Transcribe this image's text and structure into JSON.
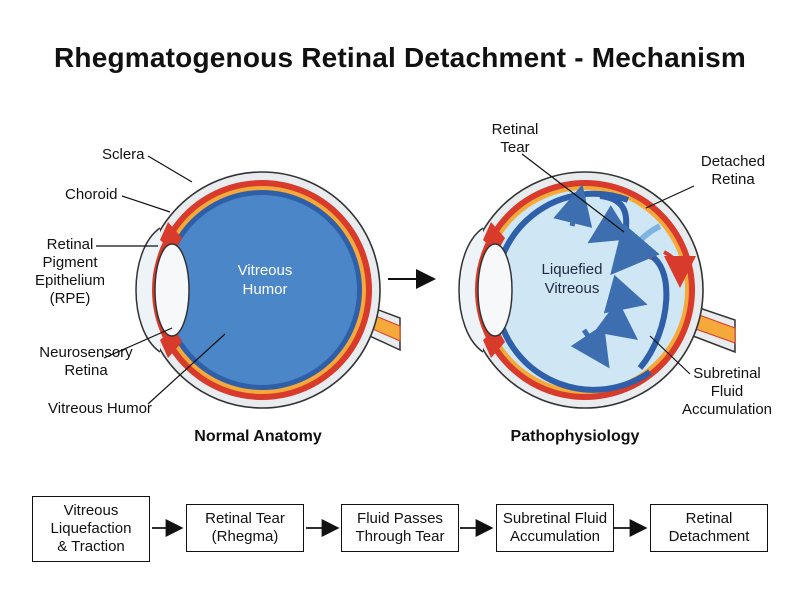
{
  "title": "Rhegmatogenous Retinal Detachment - Mechanism",
  "normal": {
    "caption": "Normal Anatomy",
    "center_label_1": "Vitreous",
    "center_label_2": "Humor",
    "labels": {
      "sclera": "Sclera",
      "choroid": "Choroid",
      "rpe_1": "Retinal",
      "rpe_2": "Pigment",
      "rpe_3": "Epithelium",
      "rpe_4": "(RPE)",
      "neuro_1": "Neurosensory",
      "neuro_2": "Retina",
      "vitreous": "Vitreous Humor"
    }
  },
  "patho": {
    "caption": "Pathophysiology",
    "center_label_1": "Liquefied",
    "center_label_2": "Vitreous",
    "labels": {
      "tear_1": "Retinal",
      "tear_2": "Tear",
      "detached_1": "Detached",
      "detached_2": "Retina",
      "fluid_1": "Subretinal",
      "fluid_2": "Fluid",
      "fluid_3": "Accumulation"
    }
  },
  "flow": [
    "Vitreous\nLiquefaction\n& Traction",
    "Retinal Tear\n(Rhegma)",
    "Fluid Passes\nThrough Tear",
    "Subretinal Fluid\nAccumulation",
    "Retinal\nDetachment"
  ],
  "colors": {
    "sclera": "#e9ecef",
    "choroid": "#d83a2c",
    "rpe": "#f4a93a",
    "retina": "#2f5fa8",
    "vitreous_normal": "#4a86c8",
    "vitreous_liquefied": "#cfe6f5",
    "arrow": "#3d6fb0"
  }
}
